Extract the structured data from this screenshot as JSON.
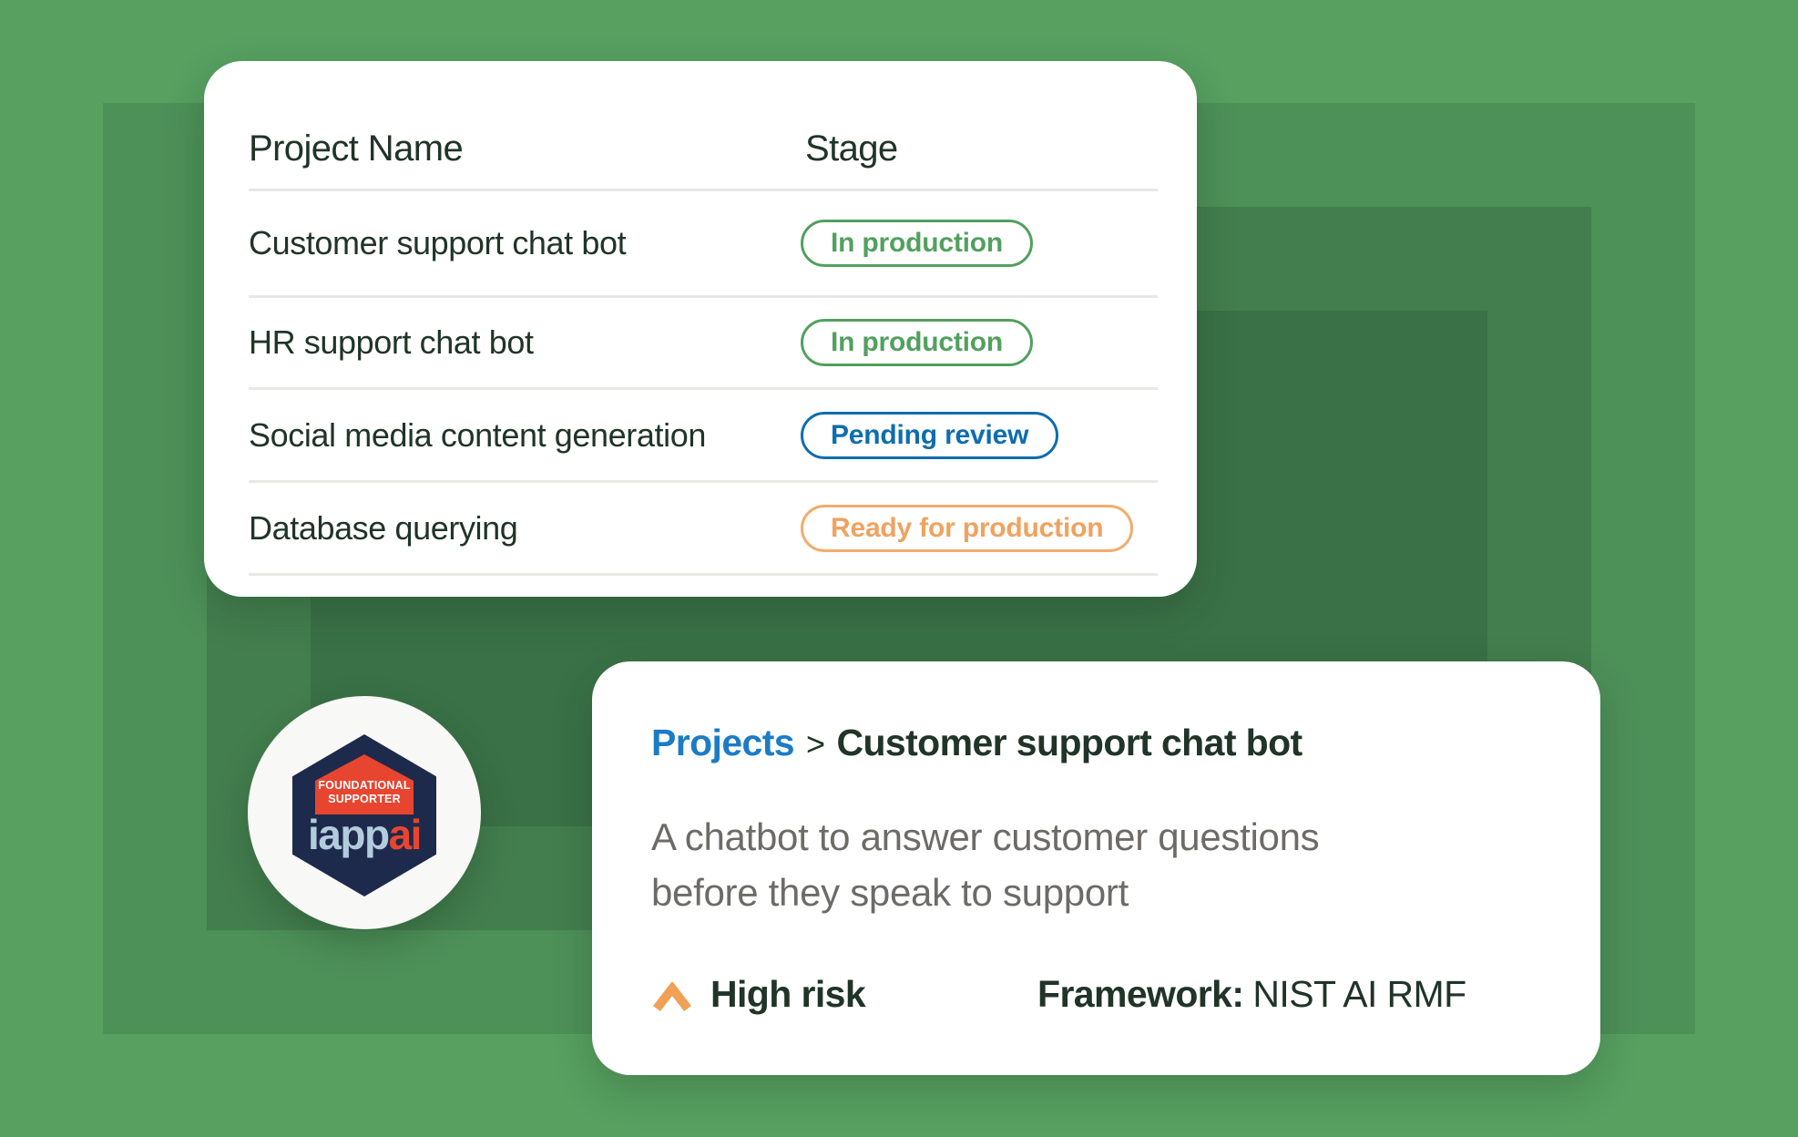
{
  "table_card": {
    "columns": [
      "Project Name",
      "Stage"
    ],
    "rows": [
      {
        "name": "Customer support chat bot",
        "stage": "In production",
        "variant": "green"
      },
      {
        "name": "HR support chat bot",
        "stage": "In production",
        "variant": "green"
      },
      {
        "name": "Social media content generation",
        "stage": "Pending review",
        "variant": "blue"
      },
      {
        "name": "Database querying",
        "stage": "Ready for production",
        "variant": "orange"
      }
    ]
  },
  "detail_card": {
    "breadcrumb": {
      "parent": "Projects",
      "separator": ">",
      "current": "Customer support chat bot"
    },
    "description_line1": "A chatbot to answer customer questions",
    "description_line2": "before they speak to support",
    "risk": {
      "icon": "chevron-up-icon",
      "label": "High risk"
    },
    "framework": {
      "label": "Framework:",
      "value": "NIST AI RMF"
    }
  },
  "badge": {
    "ribbon_line1": "FOUNDATIONAL",
    "ribbon_line2": "SUPPORTER",
    "wordmark_primary": "iapp",
    "wordmark_secondary": "ai"
  },
  "colors": {
    "background_green": "#57A060",
    "layer_green_1": "#4D9058",
    "layer_green_2": "#437E4E",
    "layer_green_3": "#3A7146",
    "card_white": "#FFFFFF",
    "text_dark": "#203428",
    "text_gray": "#6D6B68",
    "divider_gray": "#E8E8E7",
    "pill_green": "#52A05E",
    "pill_blue": "#0E6DAE",
    "pill_orange": "#F0A25F",
    "link_blue": "#1B7CC6",
    "chevron_orange": "#F0A156",
    "badge_navy": "#1E2A4B",
    "badge_red": "#E74530",
    "badge_light_blue": "#B3CCDD",
    "badge_circle": "#F8F8F6"
  }
}
